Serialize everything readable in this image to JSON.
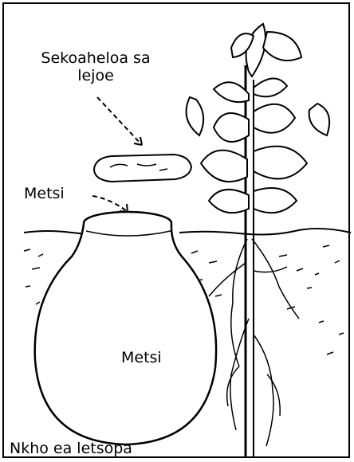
{
  "labels": {
    "lid": "Sekoaheloa sa lejoe",
    "water_top": "Metsi",
    "water_in_pot": "Metsi",
    "pot": "Nkho ea letsopa"
  },
  "icons": [
    "stone-lid-icon",
    "clay-pot-icon",
    "plant-icon",
    "soil-icon"
  ],
  "colors": {
    "ink": "#000000",
    "background": "#ffffff"
  }
}
